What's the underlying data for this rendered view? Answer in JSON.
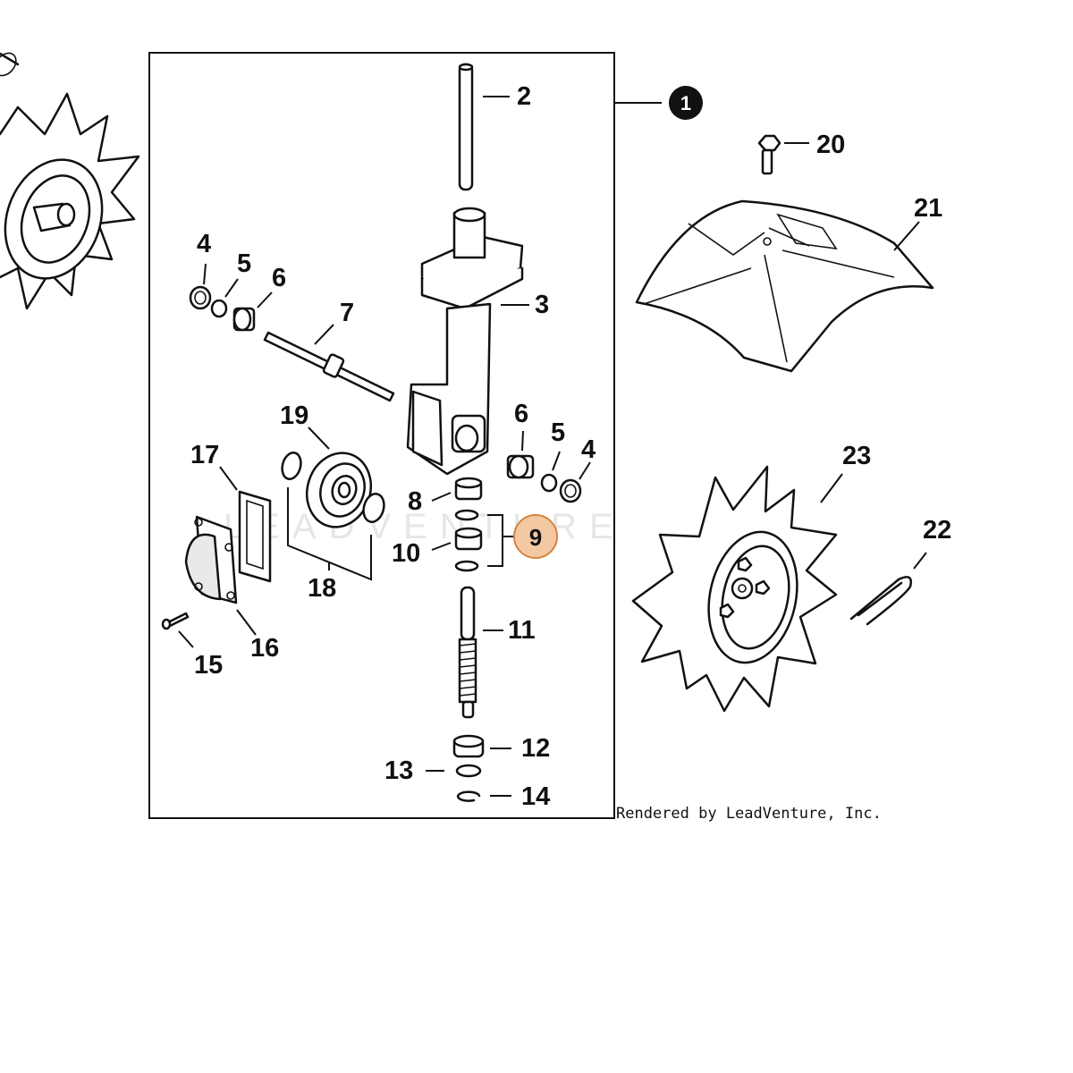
{
  "diagram": {
    "assembly_number": "1",
    "credit": "Rendered by LeadVenture, Inc.",
    "watermark": "LEADVENTURE",
    "highlighted_part": "9",
    "callouts": {
      "c2": "2",
      "c3": "3",
      "c4a": "4",
      "c5a": "5",
      "c6a": "6",
      "c7": "7",
      "c6b": "6",
      "c5b": "5",
      "c4b": "4",
      "c8": "8",
      "c10": "10",
      "c11": "11",
      "c12": "12",
      "c13": "13",
      "c14": "14",
      "c15": "15",
      "c16": "16",
      "c17": "17",
      "c18": "18",
      "c19": "19",
      "c20": "20",
      "c21": "21",
      "c22": "22",
      "c23": "23"
    }
  }
}
